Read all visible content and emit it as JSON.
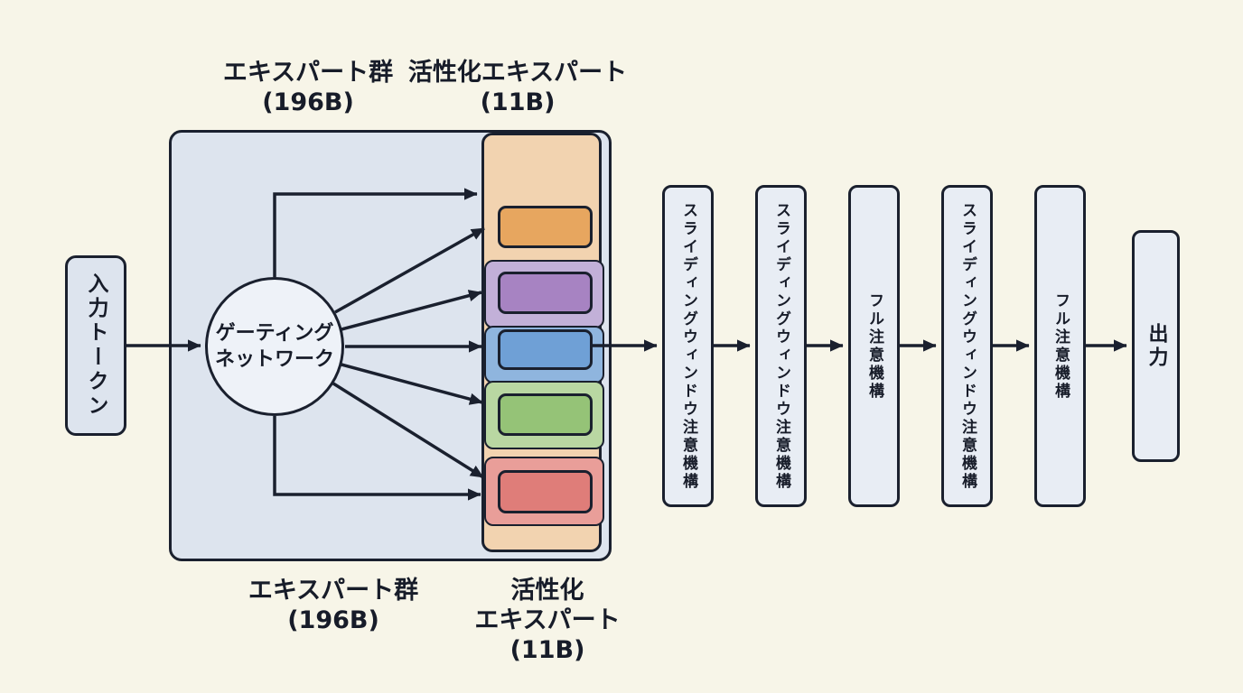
{
  "diagram": {
    "type": "mixture-of-experts-architecture",
    "labels": {
      "experts_top": {
        "line1": "エキスパート群",
        "line2": "(196B)"
      },
      "active_top": {
        "line1": "活性化エキスパート",
        "line2": "(11B)"
      },
      "experts_bottom": {
        "line1": "エキスパート群",
        "line2": "(196B)"
      },
      "active_bottom": {
        "line1": "活性化",
        "line2": "エキスパート",
        "line3": "(11B)"
      }
    },
    "nodes": {
      "input": "入力トークン",
      "gating": {
        "line1": "ゲーティング",
        "line2": "ネットワーク"
      },
      "attention_blocks": [
        "スライディングウィンドウ注意機構",
        "スライディングウィンドウ注意機構",
        "フル注意機構",
        "スライディングウィンドウ注意機構",
        "フル注意機構"
      ],
      "output": "出力"
    },
    "experts": {
      "count": 5,
      "box_colors": [
        "#e7a65f",
        "#a783c2",
        "#6fa0d6",
        "#95c377",
        "#df7d79"
      ],
      "section_colors": [
        "#f2d3b0",
        "#c2b0d8",
        "#8fb5de",
        "#b9d7a2",
        "#e99e99"
      ]
    },
    "colors": {
      "background": "#f7f5e8",
      "border": "#1a202e",
      "pool_fill": "#dde4ee",
      "attention_fill": "#e8edf4",
      "gating_fill": "#eef2f8"
    }
  }
}
